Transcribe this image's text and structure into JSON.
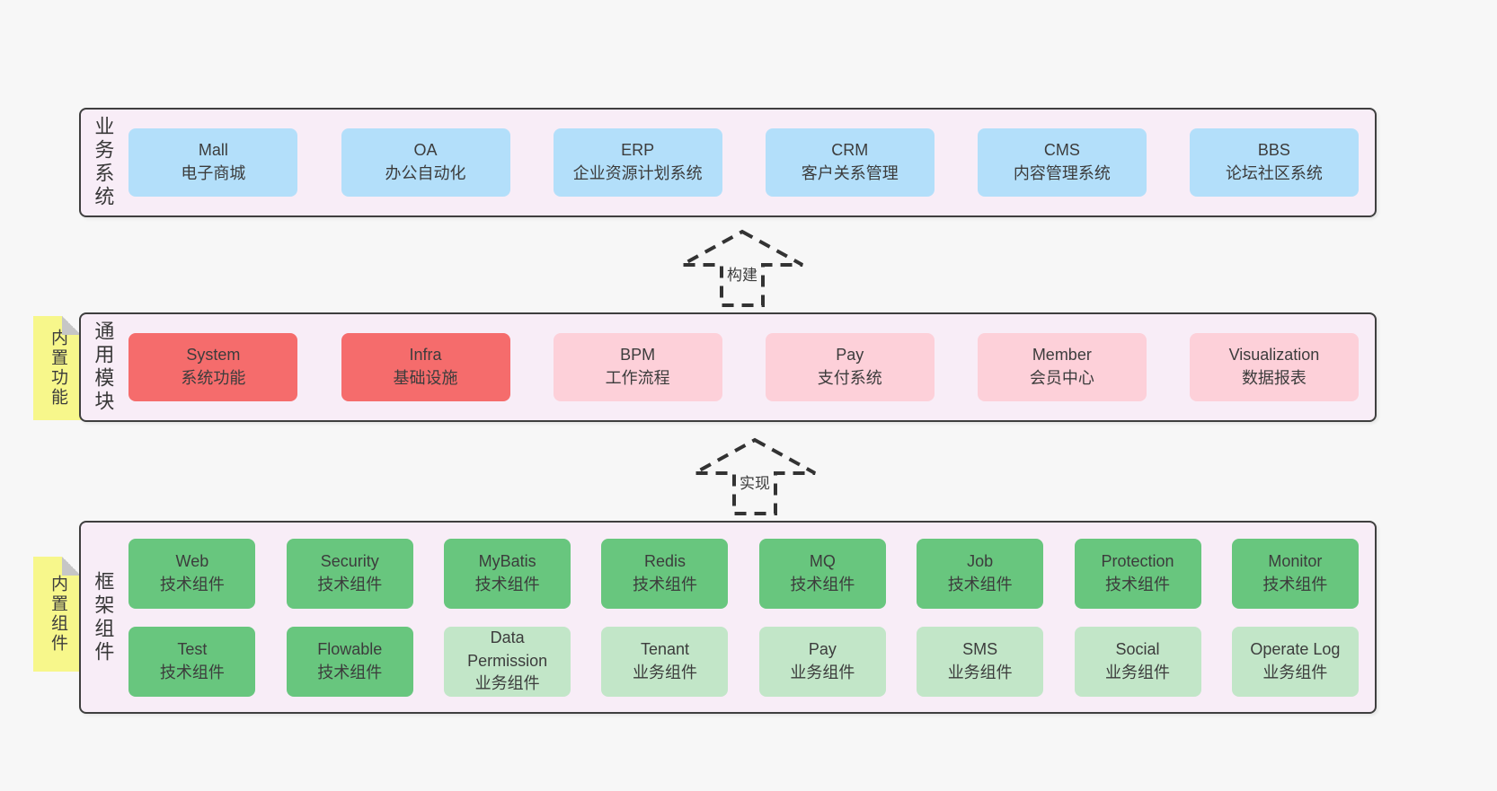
{
  "colors": {
    "page_bg": "#f7f7f7",
    "band_bg": "#f8edf7",
    "band_border": "#3f3f3f",
    "blue_box": "#b3dffa",
    "red_box": "#f56c6c",
    "pink_box": "#fdd0d9",
    "green_dark_box": "#68c67e",
    "green_light_box": "#c2e6c8",
    "sticky_note": "#f7f78b",
    "text": "#3c3c3c"
  },
  "arrows": [
    {
      "label": "构建"
    },
    {
      "label": "实现"
    }
  ],
  "bands": [
    {
      "label": "业务系统",
      "boxes": [
        {
          "name": "Mall",
          "subtitle": "电子商城"
        },
        {
          "name": "OA",
          "subtitle": "办公自动化"
        },
        {
          "name": "ERP",
          "subtitle": "企业资源计划系统"
        },
        {
          "name": "CRM",
          "subtitle": "客户关系管理"
        },
        {
          "name": "CMS",
          "subtitle": "内容管理系统"
        },
        {
          "name": "BBS",
          "subtitle": "论坛社区系统"
        }
      ]
    },
    {
      "label": "通用模块",
      "sticky": "内置功能",
      "boxes": [
        {
          "name": "System",
          "subtitle": "系统功能"
        },
        {
          "name": "Infra",
          "subtitle": "基础设施"
        },
        {
          "name": "BPM",
          "subtitle": "工作流程"
        },
        {
          "name": "Pay",
          "subtitle": "支付系统"
        },
        {
          "name": "Member",
          "subtitle": "会员中心"
        },
        {
          "name": "Visualization",
          "subtitle": "数据报表"
        }
      ]
    },
    {
      "label": "框架组件",
      "sticky": "内置组件",
      "rows": [
        [
          {
            "name": "Web",
            "subtitle": "技术组件"
          },
          {
            "name": "Security",
            "subtitle": "技术组件"
          },
          {
            "name": "MyBatis",
            "subtitle": "技术组件"
          },
          {
            "name": "Redis",
            "subtitle": "技术组件"
          },
          {
            "name": "MQ",
            "subtitle": "技术组件"
          },
          {
            "name": "Job",
            "subtitle": "技术组件"
          },
          {
            "name": "Protection",
            "subtitle": "技术组件"
          },
          {
            "name": "Monitor",
            "subtitle": "技术组件"
          }
        ],
        [
          {
            "name": "Test",
            "subtitle": "技术组件"
          },
          {
            "name": "Flowable",
            "subtitle": "技术组件"
          },
          {
            "name": "Data Permission",
            "subtitle": "业务组件"
          },
          {
            "name": "Tenant",
            "subtitle": "业务组件"
          },
          {
            "name": "Pay",
            "subtitle": "业务组件"
          },
          {
            "name": "SMS",
            "subtitle": "业务组件"
          },
          {
            "name": "Social",
            "subtitle": "业务组件"
          },
          {
            "name": "Operate Log",
            "subtitle": "业务组件"
          }
        ]
      ]
    }
  ]
}
